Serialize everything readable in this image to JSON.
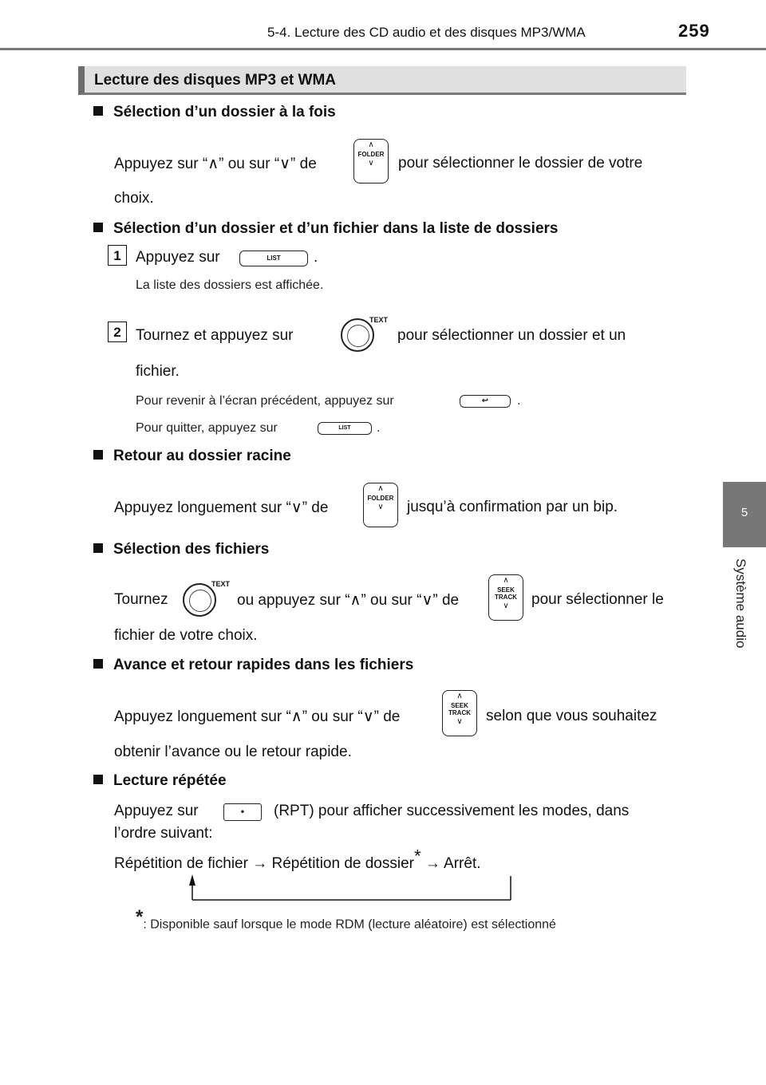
{
  "header": {
    "chapter": "5-4. Lecture des CD audio et des disques MP3/WMA",
    "page": "259"
  },
  "side_tab": {
    "number": "5",
    "label": "Système audio"
  },
  "section_title": "Lecture des disques MP3 et WMA",
  "blocks": {
    "b1": {
      "heading": "Sélection d’un dossier à la fois",
      "t1": "Appuyez sur “∧” ou sur “∨” de",
      "t2": "pour sélectionner le dossier de votre",
      "t3": "choix."
    },
    "b2": {
      "heading": "Sélection d’un dossier et d’un fichier dans la liste de dossiers",
      "step1_num": "1",
      "step1_a": "Appuyez sur",
      "step1_b": ".",
      "step1_note": "La liste des dossiers est affichée.",
      "step2_num": "2",
      "step2_a": "Tournez et appuyez sur",
      "step2_b": "pour sélectionner un dossier et un",
      "step2_c": "fichier.",
      "note1_a": "Pour revenir à l’écran précédent, appuyez sur",
      "note1_b": ".",
      "note2_a": "Pour quitter, appuyez sur",
      "note2_b": "."
    },
    "b3": {
      "heading": "Retour au dossier racine",
      "t1": "Appuyez longuement sur “∨” de",
      "t2": "jusqu’à confirmation par un bip."
    },
    "b4": {
      "heading": "Sélection des fichiers",
      "t1": "Tournez",
      "t2": "ou appuyez sur “∧” ou sur “∨” de",
      "t3": "pour sélectionner le",
      "t4": "fichier de votre choix."
    },
    "b5": {
      "heading": "Avance et retour rapides dans les fichiers",
      "t1": "Appuyez longuement sur “∧” ou sur “∨” de",
      "t2": "selon que vous souhaitez",
      "t3": "obtenir l’avance ou le retour rapide."
    },
    "b6": {
      "heading": "Lecture répétée",
      "t1": "Appuyez sur",
      "t2": "(RPT) pour afficher successivement les modes, dans",
      "t3": "l’ordre suivant:",
      "seq": "Répétition de fichier → Répétition de dossier",
      "star": "*",
      "seq_end": "→ Arrêt.",
      "footnote_star": "*",
      "footnote": ": Disponible sauf lorsque le mode RDM (lecture aléatoire) est sélectionné"
    }
  },
  "buttons": {
    "folder": "FOLDER",
    "list": "LIST",
    "text": "TEXT",
    "seek1": "SEEK",
    "seek2": "TRACK",
    "back": "↩",
    "up": "∧",
    "down": "∨",
    "dot": "•"
  }
}
